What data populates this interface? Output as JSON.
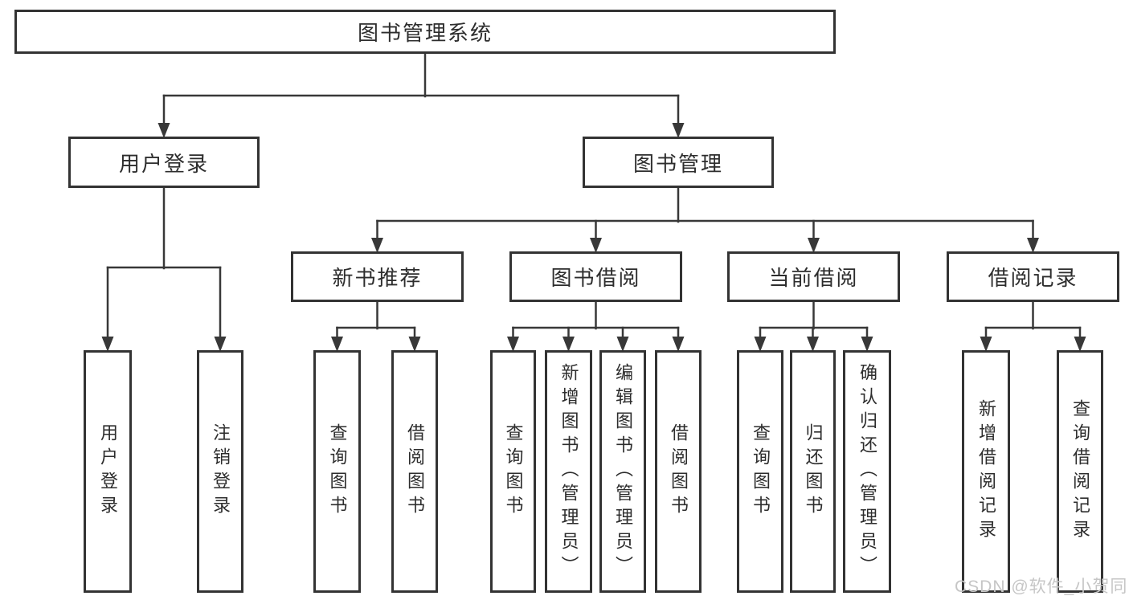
{
  "diagram": {
    "root": {
      "label": "图书管理系统"
    },
    "branches": [
      {
        "label": "用户登录",
        "leaves": [
          {
            "label": "用户登录"
          },
          {
            "label": "注销登录"
          }
        ]
      },
      {
        "label": "图书管理",
        "groups": [
          {
            "label": "新书推荐",
            "leaves": [
              {
                "label": "查询图书"
              },
              {
                "label": "借阅图书"
              }
            ]
          },
          {
            "label": "图书借阅",
            "leaves": [
              {
                "label": "查询图书"
              },
              {
                "label": "新增图书（管理员）"
              },
              {
                "label": "编辑图书（管理员）"
              },
              {
                "label": "借阅图书"
              }
            ]
          },
          {
            "label": "当前借阅",
            "leaves": [
              {
                "label": "查询图书"
              },
              {
                "label": "归还图书"
              },
              {
                "label": "确认归还（管理员）"
              }
            ]
          },
          {
            "label": "借阅记录",
            "leaves": [
              {
                "label": "新增借阅记录"
              },
              {
                "label": "查询借阅记录"
              }
            ]
          }
        ]
      }
    ]
  },
  "watermark": {
    "text": "CSDN @软件_小贺同学"
  },
  "colors": {
    "line": "#383838",
    "box_border": "#333333",
    "text": "#2d2d2d",
    "watermark": "#c6c6c6",
    "background": "#ffffff"
  }
}
